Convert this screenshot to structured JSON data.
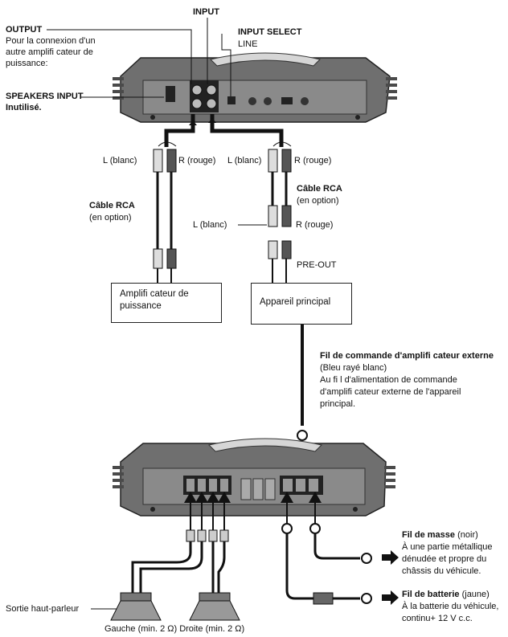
{
  "top": {
    "output_title": "OUTPUT",
    "output_desc_1": "Pour la connexion d'un",
    "output_desc_2": "autre amplifi cateur de",
    "output_desc_3": "puissance:",
    "input": "INPUT",
    "input_select": "INPUT SELECT",
    "line": "LINE",
    "speakers_input": "SPEAKERS INPUT",
    "unused": "Inutilisé."
  },
  "rca": {
    "left_white_1": "L (blanc)",
    "right_red_1": "R (rouge)",
    "left_white_2": "L (blanc)",
    "right_red_2": "R (rouge)",
    "cable_title_1": "Câble RCA",
    "cable_option_1": "(en option)",
    "cable_title_2": "Câble RCA",
    "cable_option_2": "(en option)",
    "left_white_3": "L (blanc)",
    "right_red_3": "R (rouge)",
    "preout": "PRE-OUT"
  },
  "boxes": {
    "amp_line1": "Amplifi cateur de",
    "amp_line2": "puissance",
    "head_unit": "Appareil principal"
  },
  "remote": {
    "title": "Fil de commande d'amplifi cateur externe",
    "color": "(Bleu rayé blanc)",
    "desc_1": "Au fi l d'alimentation de commande",
    "desc_2": "d'amplifi cateur externe de l'appareil",
    "desc_3": "principal."
  },
  "ground": {
    "title": "Fil de masse",
    "color": " (noir)",
    "desc_1": "À une partie métallique",
    "desc_2": "dénudée et propre du",
    "desc_3": "châssis du véhicule."
  },
  "battery": {
    "title": "Fil de batterie",
    "color": " (jaune)",
    "desc_1": "À la batterie du véhicule,",
    "desc_2": "continu+ 12 V c.c."
  },
  "speakers": {
    "output": "Sortie haut-parleur",
    "left_right": "Gauche (min. 2 Ω) Droite (min. 2 Ω)"
  },
  "colors": {
    "amp_body": "#6f6f6f",
    "amp_dark": "#3a3a3a",
    "amp_light": "#b8b8b8",
    "wire": "#111111"
  }
}
